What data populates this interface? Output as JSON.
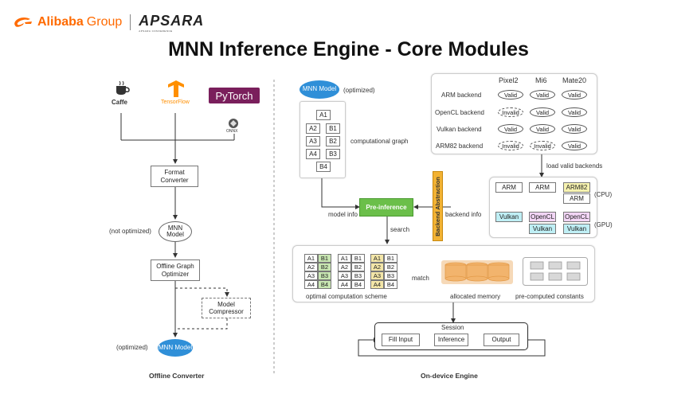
{
  "header": {
    "brand_name": "Alibaba",
    "brand_group": "Group",
    "partner": "APSARA",
    "partner_sub": "APSARA CONFERENCE"
  },
  "title": "MNN Inference Engine - Core Modules",
  "left": {
    "frameworks": [
      "Caffe",
      "TensorFlow",
      "PyTorch",
      "ONNX"
    ],
    "format_converter": "Format Converter",
    "not_optimized": "(not optimized)",
    "mnn_model": "MNN Model",
    "offline_optimizer": "Offline Graph Optimizer",
    "model_compressor": "Model Compressor",
    "optimized": "(optimized)",
    "caption": "Offline Converter"
  },
  "right": {
    "optimized": "(optimized)",
    "mnn_model": "MNN Model",
    "graph_nodes": [
      "A1",
      "A2",
      "B1",
      "A3",
      "B2",
      "A4",
      "B3",
      "B4"
    ],
    "computational_graph": "computational graph",
    "devices": [
      "Pixel2",
      "Mi6",
      "Mate20"
    ],
    "backends": [
      {
        "name": "ARM backend",
        "status": [
          "Valid",
          "Valid",
          "Valid"
        ]
      },
      {
        "name": "OpenCL backend",
        "status": [
          "Invalid",
          "Valid",
          "Valid"
        ]
      },
      {
        "name": "Vulkan backend",
        "status": [
          "Valid",
          "Valid",
          "Valid"
        ]
      },
      {
        "name": "ARM82 backend",
        "status": [
          "Invalid",
          "Invalid",
          "Valid"
        ]
      }
    ],
    "load_valid_backends": "load valid backends",
    "cpu_cols": [
      [
        "ARM"
      ],
      [
        "ARM"
      ],
      [
        "ARM82",
        "ARM"
      ]
    ],
    "cpu_label": "(CPU)",
    "gpu_cols": [
      [
        "Vulkan"
      ],
      [
        "OpenCL",
        "Vulkan"
      ],
      [
        "OpenCL",
        "Vulkan"
      ]
    ],
    "gpu_label": "(GPU)",
    "backend_abstraction": "Backend Abstraction",
    "backend_info": "backend info",
    "pre_inference": "Pre-inference",
    "model_info": "model info",
    "search": "search",
    "scheme_rows": [
      [
        "A1",
        "B1"
      ],
      [
        "A2",
        "B2"
      ],
      [
        "A3",
        "B3"
      ],
      [
        "A4",
        "B4"
      ]
    ],
    "match": "match",
    "optimal_scheme": "optimal computation scheme",
    "allocated_memory": "allocated memory",
    "precomputed": "pre-computed constants",
    "session": "Session",
    "fill_input": "Fill Input",
    "inference": "Inference",
    "output": "Output",
    "caption": "On-device Engine"
  }
}
